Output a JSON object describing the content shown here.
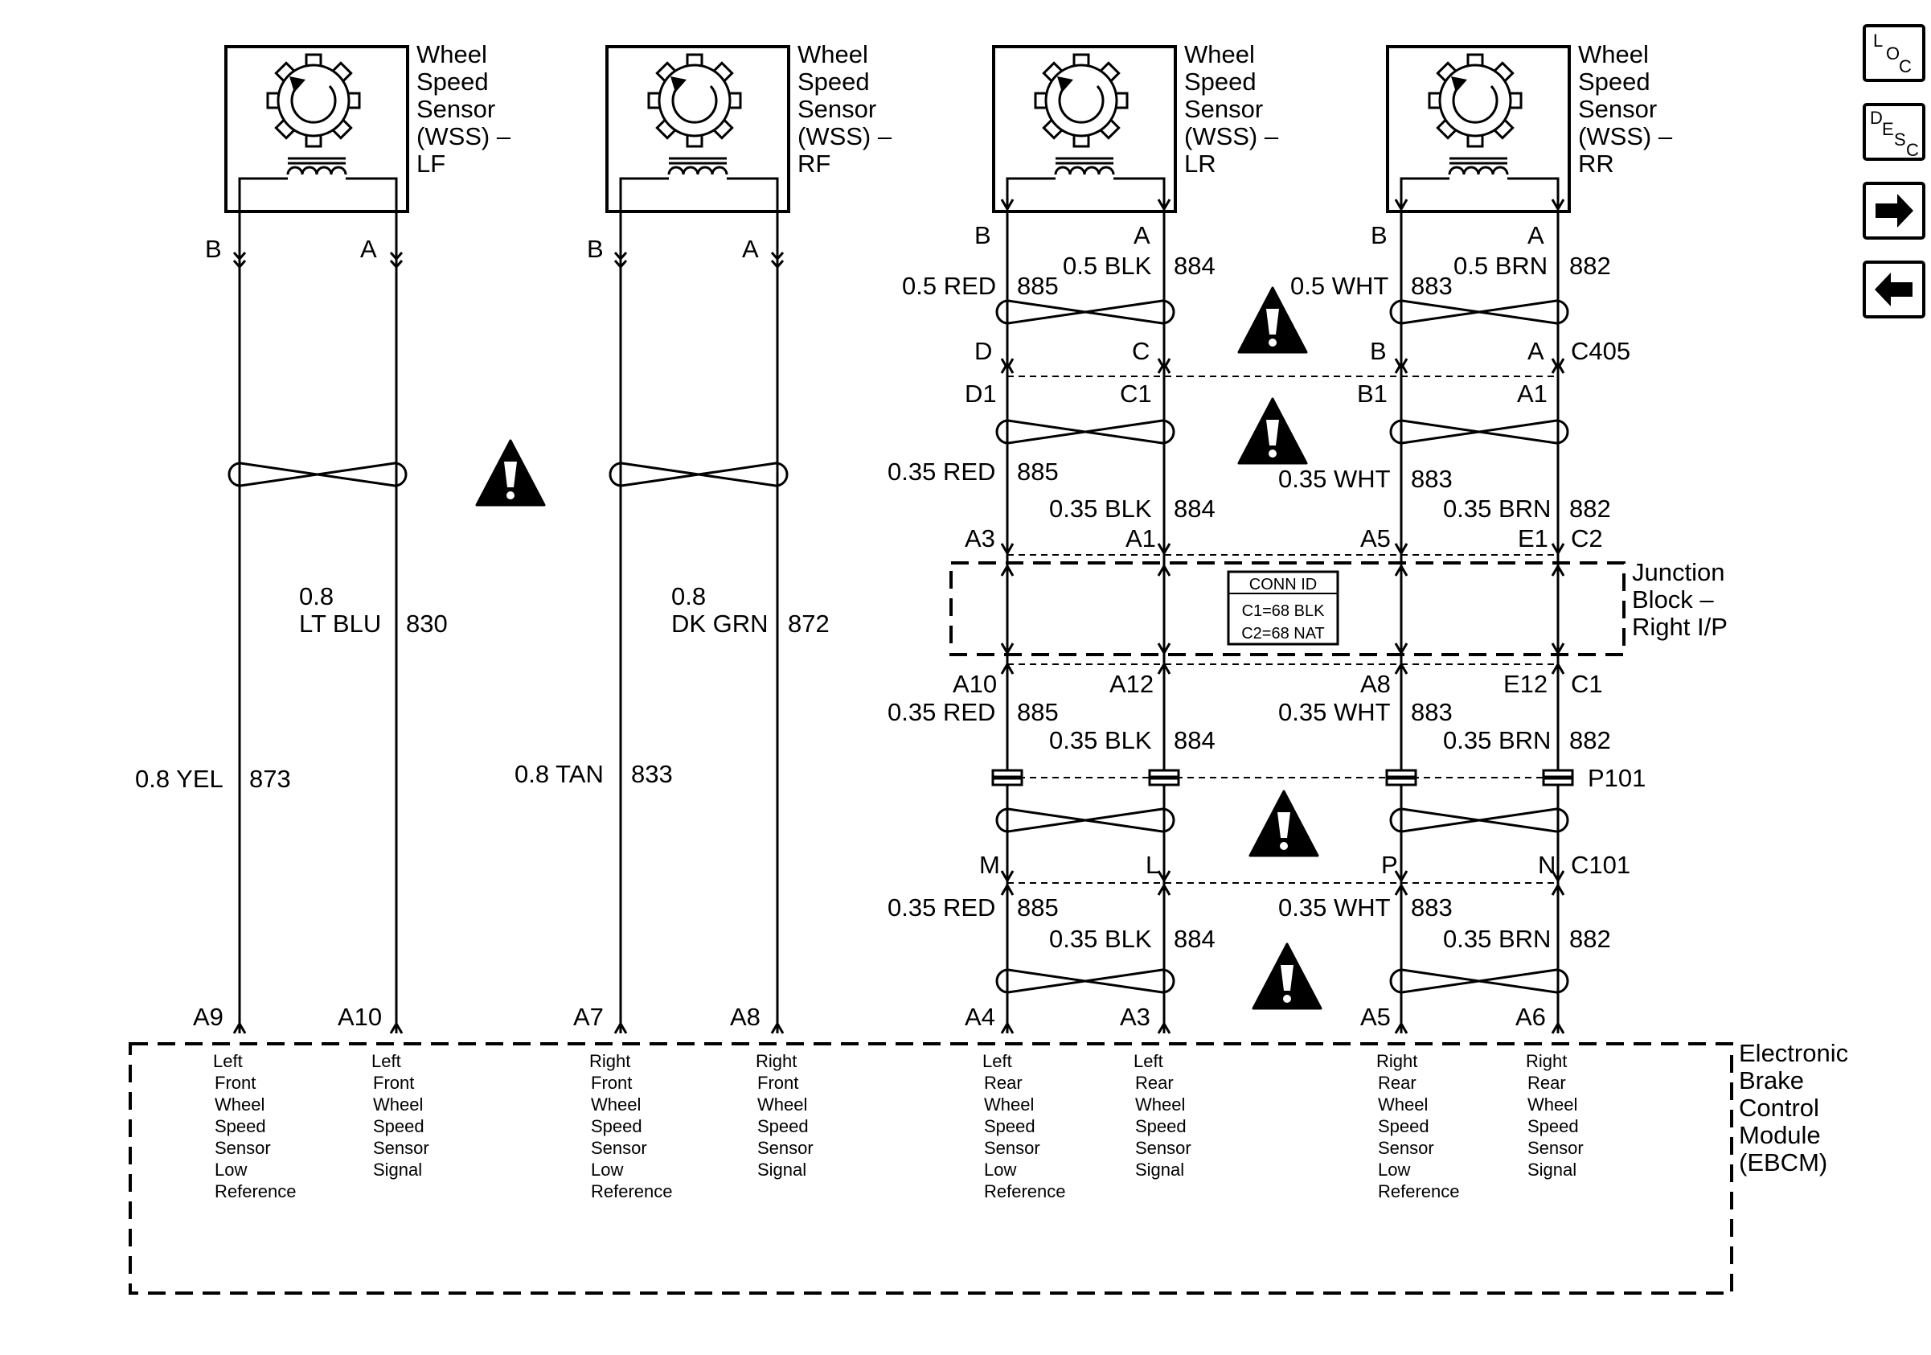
{
  "sensors": [
    {
      "id": "lf",
      "l1": "Wheel",
      "l2": "Speed",
      "l3": "Sensor",
      "l4": "(WSS) –",
      "l5": "LF"
    },
    {
      "id": "rf",
      "l1": "Wheel",
      "l2": "Speed",
      "l3": "Sensor",
      "l4": "(WSS) –",
      "l5": "RF"
    },
    {
      "id": "lr",
      "l1": "Wheel",
      "l2": "Speed",
      "l3": "Sensor",
      "l4": "(WSS) –",
      "l5": "LR"
    },
    {
      "id": "rr",
      "l1": "Wheel",
      "l2": "Speed",
      "l3": "Sensor",
      "l4": "(WSS) –",
      "l5": "RR"
    }
  ],
  "front": {
    "lf": {
      "pin_b": "B",
      "pin_a": "A",
      "wire_a_size": "0.8",
      "wire_a_color": "LT BLU",
      "wire_a_circuit": "830",
      "wire_b_label": "0.8 YEL",
      "wire_b_circuit": "873",
      "ebcm_pin_b": "A9",
      "ebcm_pin_a": "A10"
    },
    "rf": {
      "pin_b": "B",
      "pin_a": "A",
      "wire_a_size": "0.8",
      "wire_a_color": "DK GRN",
      "wire_a_circuit": "872",
      "wire_b_label": "0.8 TAN",
      "wire_b_circuit": "833",
      "ebcm_pin_b": "A7",
      "ebcm_pin_a": "A8"
    }
  },
  "rear": {
    "sensor_pins": {
      "lr_b": "B",
      "lr_a": "A",
      "rr_b": "B",
      "rr_a": "A"
    },
    "seg1": {
      "red": "0.5 RED",
      "c885": "885",
      "blk": "0.5 BLK",
      "c884": "884",
      "wht": "0.5 WHT",
      "c883": "883",
      "brn": "0.5 BRN",
      "c882": "882"
    },
    "c405": {
      "name": "C405",
      "top": [
        "D",
        "C",
        "B",
        "A"
      ],
      "bottom": [
        "D1",
        "C1",
        "B1",
        "A1"
      ]
    },
    "seg2": {
      "red": "0.35 RED",
      "c885": "885",
      "blk": "0.35 BLK",
      "c884": "884",
      "wht": "0.35 WHT",
      "c883": "883",
      "brn": "0.35 BRN",
      "c882": "882"
    },
    "c2": {
      "name": "C2",
      "pins": [
        "A3",
        "A1",
        "A5",
        "E1"
      ]
    },
    "junction": {
      "l1": "Junction",
      "l2": "Block –",
      "l3": "Right I/P",
      "conn_title": "CONN ID",
      "conn_c1": "C1=68 BLK",
      "conn_c2": "C2=68 NAT"
    },
    "c1": {
      "name": "C1",
      "pins": [
        "A10",
        "A12",
        "A8",
        "E12"
      ]
    },
    "seg3": {
      "red": "0.35 RED",
      "c885": "885",
      "blk": "0.35 BLK",
      "c884": "884",
      "wht": "0.35 WHT",
      "c883": "883",
      "brn": "0.35 BRN",
      "c882": "882"
    },
    "p101": {
      "name": "P101"
    },
    "c101": {
      "name": "C101",
      "pins": [
        "M",
        "L",
        "P",
        "N"
      ]
    },
    "seg4": {
      "red": "0.35 RED",
      "c885": "885",
      "blk": "0.35 BLK",
      "c884": "884",
      "wht": "0.35 WHT",
      "c883": "883",
      "brn": "0.35 BRN",
      "c882": "882"
    },
    "ebcm_pins": [
      "A4",
      "A3",
      "A5",
      "A6"
    ]
  },
  "ebcm": {
    "title": {
      "l1": "Electronic",
      "l2": "Brake",
      "l3": "Control",
      "l4": "Module",
      "l5": "(EBCM)"
    },
    "functions": [
      {
        "lines": [
          "Left",
          "Front",
          "Wheel",
          "Speed",
          "Sensor",
          "Low",
          "Reference"
        ]
      },
      {
        "lines": [
          "Left",
          "Front",
          "Wheel",
          "Speed",
          "Sensor",
          "Signal"
        ]
      },
      {
        "lines": [
          "Right",
          "Front",
          "Wheel",
          "Speed",
          "Sensor",
          "Low",
          "Reference"
        ]
      },
      {
        "lines": [
          "Right",
          "Front",
          "Wheel",
          "Speed",
          "Sensor",
          "Signal"
        ]
      },
      {
        "lines": [
          "Left",
          "Rear",
          "Wheel",
          "Speed",
          "Sensor",
          "Low",
          "Reference"
        ]
      },
      {
        "lines": [
          "Left",
          "Rear",
          "Wheel",
          "Speed",
          "Sensor",
          "Signal"
        ]
      },
      {
        "lines": [
          "Right",
          "Rear",
          "Wheel",
          "Speed",
          "Sensor",
          "Low",
          "Reference"
        ]
      },
      {
        "lines": [
          "Right",
          "Rear",
          "Wheel",
          "Speed",
          "Sensor",
          "Signal"
        ]
      }
    ]
  },
  "nav": {
    "loc": {
      "l": "L",
      "o": "O",
      "c": "C"
    },
    "desc": {
      "d": "D",
      "e": "E",
      "s": "S",
      "c": "C"
    }
  }
}
